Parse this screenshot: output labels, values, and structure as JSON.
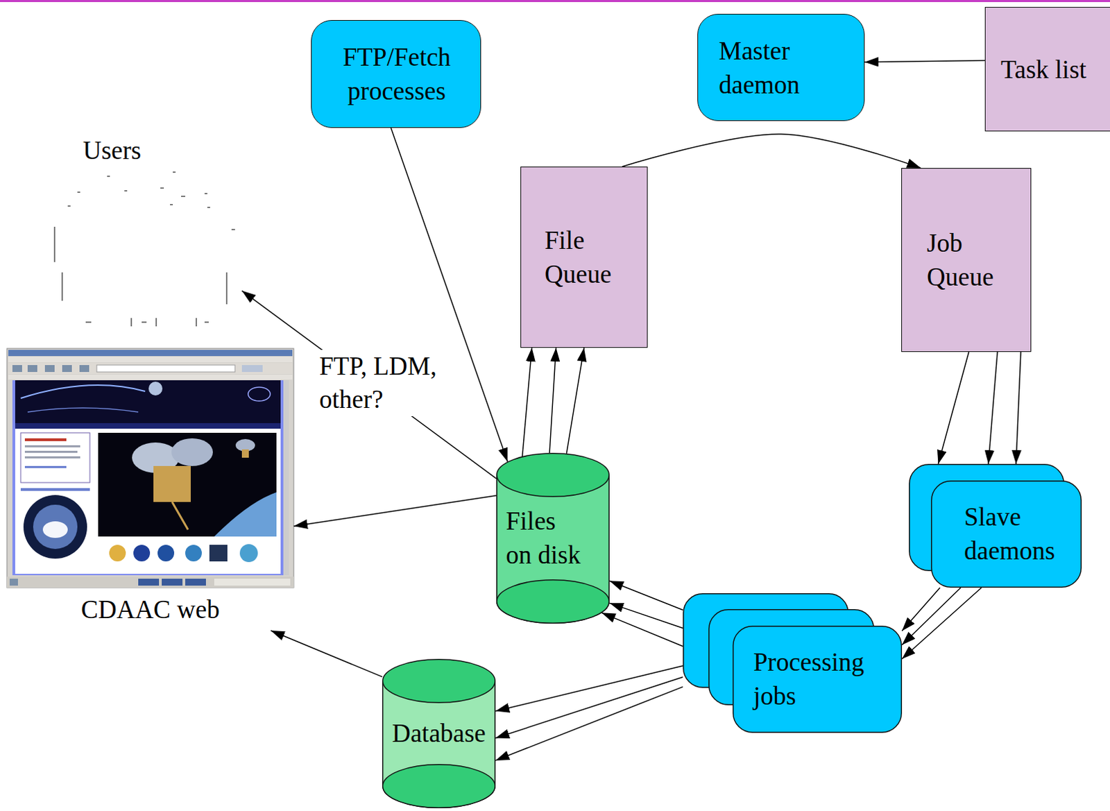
{
  "diagram": {
    "nodes": [
      {
        "text": [
          "FTP/Fetch processes"
        ]
      },
      {
        "text": [
          "Master daemon"
        ]
      },
      {
        "text": [
          "Task list"
        ]
      },
      {
        "text": [
          "Users"
        ]
      },
      {
        "text": [
          "File Queue"
        ]
      },
      {
        "text": [
          "Job Queue"
        ]
      },
      {
        "text": [
          "CDAAC web"
        ]
      },
      {
        "text": [
          "Files on disk"
        ]
      },
      {
        "text": [
          "Slave daemons"
        ]
      },
      {
        "text": [
          "Processing jobs"
        ]
      },
      {
        "text": [
          "Database"
        ]
      }
    ],
    "edges": [
      {
        "from": 2,
        "to": 1,
        "arrow": "to"
      },
      {
        "from": 4,
        "to": 5,
        "arrow": "to"
      },
      {
        "from": 0,
        "to": 7,
        "arrow": "to"
      },
      {
        "from": 7,
        "to": 4,
        "arrow": "to"
      },
      {
        "from": 7,
        "to": 4,
        "arrow": "to"
      },
      {
        "from": 7,
        "to": 4,
        "arrow": "to"
      },
      {
        "from": 7,
        "to": 3,
        "label": "FTP, LDM, other?",
        "arrow": "to"
      },
      {
        "from": 7,
        "to": 6,
        "arrow": "to"
      },
      {
        "from": 10,
        "to": 6,
        "arrow": "to"
      },
      {
        "from": 5,
        "to": 8,
        "arrow": "to"
      },
      {
        "from": 5,
        "to": 8,
        "arrow": "to"
      },
      {
        "from": 5,
        "to": 8,
        "arrow": "to"
      },
      {
        "from": 8,
        "to": 9,
        "arrow": "to"
      },
      {
        "from": 8,
        "to": 9,
        "arrow": "to"
      },
      {
        "from": 8,
        "to": 9,
        "arrow": "to"
      },
      {
        "from": 9,
        "to": 7,
        "arrow": "to"
      },
      {
        "from": 9,
        "to": 7,
        "arrow": "to"
      },
      {
        "from": 9,
        "to": 7,
        "arrow": "to"
      },
      {
        "from": 9,
        "to": 10,
        "arrow": "to"
      },
      {
        "from": 9,
        "to": 10,
        "arrow": "to"
      },
      {
        "from": 9,
        "to": 10,
        "arrow": "to"
      }
    ]
  }
}
